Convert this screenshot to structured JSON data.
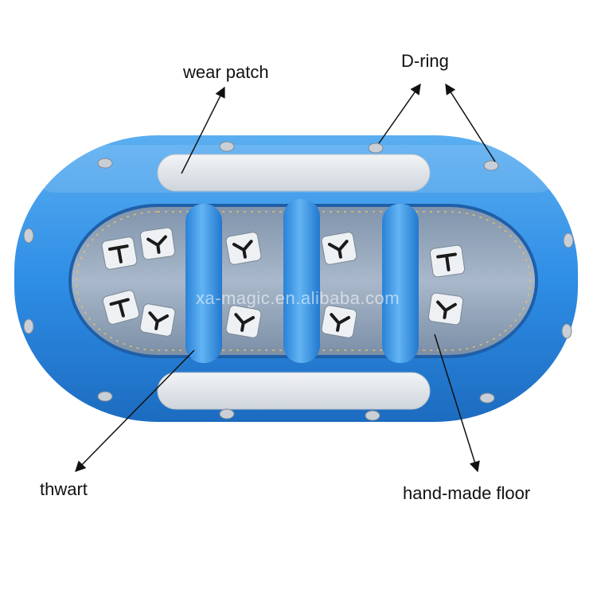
{
  "labels": {
    "wear_patch": "wear patch",
    "d_ring": "D-ring",
    "thwart": "thwart",
    "floor": "hand-made floor"
  },
  "watermark": "xa-magic.en.alibaba.com",
  "colors": {
    "tube_blue": "#2f8ee6",
    "tube_dark": "#1e6fc4",
    "patch_grey": "#e3e6ea",
    "floor_grey": "#8a9cb2",
    "arrow": "#111111"
  },
  "icons": {
    "seat_foot_cup": "T-shaped foot cup"
  }
}
